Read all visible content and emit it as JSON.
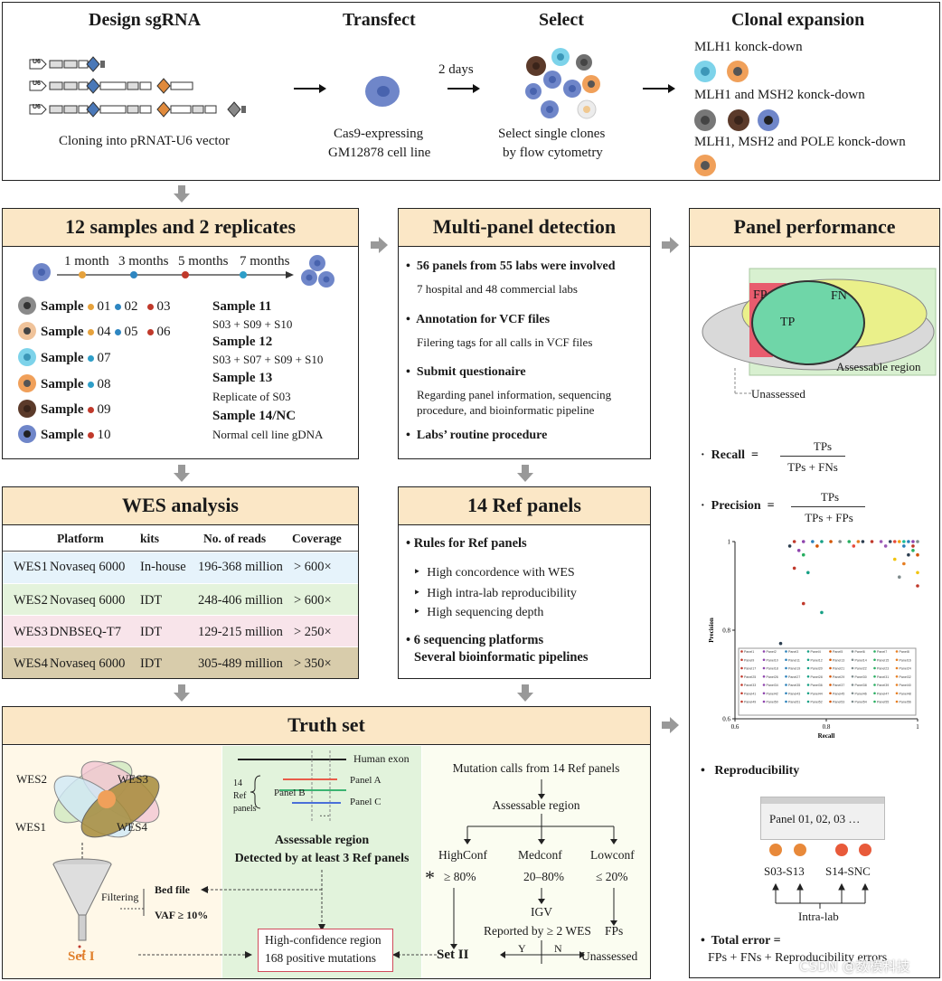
{
  "top": {
    "design": {
      "title": "Design sgRNA",
      "caption": "Cloning into pRNAT-U6 vector",
      "u6": "U6"
    },
    "transfect": {
      "title": "Transfect",
      "caption1": "Cas9-expressing",
      "caption2": "GM12878 cell line"
    },
    "arrow_label": "2 days",
    "select": {
      "title": "Select",
      "caption1": "Select single clones",
      "caption2": "by flow cytometry"
    },
    "clonal": {
      "title": "Clonal expansion",
      "l1": "MLH1 konck-down",
      "l2": "MLH1 and MSH2 konck-down",
      "l3": "MLH1, MSH2 and POLE konck-down"
    }
  },
  "samples": {
    "title": "12 samples and 2 replicates",
    "timeline": [
      "1 month",
      "3 months",
      "5 months",
      "7 months"
    ],
    "rows": [
      {
        "label": "Sample",
        "ids": [
          "01",
          "02",
          "03"
        ]
      },
      {
        "label": "Sample",
        "ids": [
          "04",
          "05",
          "06"
        ]
      },
      {
        "label": "Sample",
        "ids": [
          "07"
        ]
      },
      {
        "label": "Sample",
        "ids": [
          "08"
        ]
      },
      {
        "label": "Sample",
        "ids": [
          "09"
        ]
      },
      {
        "label": "Sample",
        "ids": [
          "10"
        ]
      }
    ],
    "s11": {
      "title": "Sample 11",
      "desc": "S03 + S09 + S10"
    },
    "s12": {
      "title": "Sample 12",
      "desc": "S03 + S07 + S09 + S10"
    },
    "s13": {
      "title": "Sample 13",
      "desc": "Replicate of S03"
    },
    "s14": {
      "title": "Sample 14/NC",
      "desc": "Normal cell line gDNA"
    }
  },
  "multipanel": {
    "title": "Multi-panel detection",
    "b1": "56 panels from 55 labs were involved",
    "b1s": "7 hospital and 48 commercial labs",
    "b2": "Annotation for VCF files",
    "b2s": "Filering tags for all calls in VCF files",
    "b3": "Submit questionaire",
    "b3s1": "Regarding panel information, sequencing",
    "b3s2": "procedure, and bioinformatic pipeline",
    "b4": "Labs’ routine procedure"
  },
  "performance": {
    "title": "Panel performance",
    "fp": "FP",
    "fn": "FN",
    "tp": "TP",
    "assessable": "Assessable region",
    "unassessed": "Unassessed",
    "recall_label": "Recall",
    "recall_num": "TPs",
    "recall_den": "TPs + FNs",
    "precision_label": "Precision",
    "precision_num": "TPs",
    "precision_den": "TPs + FPs",
    "repro": "Reproducibility",
    "panels": "Panel 01, 02, 03 …",
    "g1": "S03-S13",
    "g2": "S14-SNC",
    "intralab": "Intra-lab",
    "total_error": "Total error =",
    "total_error2": "FPs + FNs + Reproducibility errors"
  },
  "chart_data": {
    "type": "scatter",
    "xlabel": "Recall",
    "ylabel": "Precision",
    "xlim": [
      0.6,
      1
    ],
    "ylim": [
      0.6,
      1
    ],
    "xticks": [
      "0.6",
      "0.8",
      "1"
    ],
    "yticks": [
      "0.6",
      "0.8",
      "1"
    ],
    "legend": [
      "Panel1",
      "Panel2",
      "Panel3",
      "Panel4",
      "Panel5",
      "Panel6",
      "Panel7",
      "Panel8",
      "Panel9",
      "Panel10",
      "Panel11",
      "Panel12",
      "Panel13",
      "Panel14",
      "Panel15",
      "Panel16",
      "Panel17",
      "Panel18",
      "Panel19",
      "Panel20",
      "Panel21",
      "Panel22",
      "Panel23",
      "Panel24",
      "Panel25",
      "Panel26",
      "Panel27",
      "Panel28",
      "Panel29",
      "Panel30",
      "Panel31",
      "Panel32",
      "Panel33",
      "Panel34",
      "Panel35",
      "Panel36",
      "Panel37",
      "Panel38",
      "Panel39",
      "Panel40",
      "Panel41",
      "Panel42",
      "Panel43",
      "Panel44",
      "Panel45",
      "Panel46",
      "Panel47",
      "Panel48",
      "Panel49",
      "Panel50",
      "Panel51",
      "Panel52",
      "Panel53",
      "Panel54",
      "Panel55",
      "Panel56"
    ],
    "points": [
      {
        "x": 0.73,
        "y": 1.0,
        "c": "#c0392b"
      },
      {
        "x": 0.75,
        "y": 1.0,
        "c": "#8e44ad"
      },
      {
        "x": 0.77,
        "y": 1.0,
        "c": "#2980b9"
      },
      {
        "x": 0.79,
        "y": 1.0,
        "c": "#16a085"
      },
      {
        "x": 0.81,
        "y": 1.0,
        "c": "#d35400"
      },
      {
        "x": 0.83,
        "y": 1.0,
        "c": "#7f8c8d"
      },
      {
        "x": 0.85,
        "y": 1.0,
        "c": "#27ae60"
      },
      {
        "x": 0.87,
        "y": 1.0,
        "c": "#e67e22"
      },
      {
        "x": 0.88,
        "y": 1.0,
        "c": "#2c3e50"
      },
      {
        "x": 0.9,
        "y": 1.0,
        "c": "#c0392b"
      },
      {
        "x": 0.92,
        "y": 1.0,
        "c": "#9b59b6"
      },
      {
        "x": 0.94,
        "y": 1.0,
        "c": "#34495e"
      },
      {
        "x": 0.95,
        "y": 1.0,
        "c": "#e74c3c"
      },
      {
        "x": 0.96,
        "y": 1.0,
        "c": "#f39c12"
      },
      {
        "x": 0.97,
        "y": 1.0,
        "c": "#1abc9c"
      },
      {
        "x": 0.98,
        "y": 1.0,
        "c": "#2980b9"
      },
      {
        "x": 0.99,
        "y": 1.0,
        "c": "#8e44ad"
      },
      {
        "x": 1.0,
        "y": 1.0,
        "c": "#7f8c8d"
      },
      {
        "x": 0.74,
        "y": 0.98,
        "c": "#8e44ad"
      },
      {
        "x": 0.73,
        "y": 0.94,
        "c": "#c0392b"
      },
      {
        "x": 0.75,
        "y": 0.97,
        "c": "#27ae60"
      },
      {
        "x": 0.76,
        "y": 0.93,
        "c": "#16a085"
      },
      {
        "x": 0.78,
        "y": 0.99,
        "c": "#d35400"
      },
      {
        "x": 0.72,
        "y": 0.99,
        "c": "#2c3e50"
      },
      {
        "x": 0.86,
        "y": 0.99,
        "c": "#e74c3c"
      },
      {
        "x": 0.93,
        "y": 0.99,
        "c": "#9b59b6"
      },
      {
        "x": 0.97,
        "y": 0.99,
        "c": "#2980b9"
      },
      {
        "x": 0.99,
        "y": 0.98,
        "c": "#27ae60"
      },
      {
        "x": 1.0,
        "y": 0.97,
        "c": "#d35400"
      },
      {
        "x": 1.0,
        "y": 0.93,
        "c": "#f1c40f"
      },
      {
        "x": 1.0,
        "y": 0.9,
        "c": "#c0392b"
      },
      {
        "x": 0.97,
        "y": 0.95,
        "c": "#e67e22"
      },
      {
        "x": 0.95,
        "y": 0.96,
        "c": "#f1c40f"
      },
      {
        "x": 0.96,
        "y": 0.92,
        "c": "#7f8c8d"
      },
      {
        "x": 0.99,
        "y": 0.99,
        "c": "#c0392b"
      },
      {
        "x": 0.98,
        "y": 0.97,
        "c": "#2c3e50"
      },
      {
        "x": 0.75,
        "y": 0.86,
        "c": "#c0392b"
      },
      {
        "x": 0.7,
        "y": 0.77,
        "c": "#2c3e50"
      },
      {
        "x": 0.79,
        "y": 0.84,
        "c": "#16a085"
      }
    ]
  },
  "wes": {
    "title": "WES analysis",
    "headers": [
      "Platform",
      "kits",
      "No. of reads",
      "Coverage"
    ],
    "rows": [
      {
        "id": "WES1",
        "platform": "Novaseq 6000",
        "kit": "In-house",
        "reads": "196-368 million",
        "cov": "> 600×"
      },
      {
        "id": "WES2",
        "platform": "Novaseq 6000",
        "kit": "IDT",
        "reads": "248-406 million",
        "cov": "> 600×"
      },
      {
        "id": "WES3",
        "platform": "DNBSEQ-T7",
        "kit": "IDT",
        "reads": "129-215 million",
        "cov": "> 250×"
      },
      {
        "id": "WES4",
        "platform": "Novaseq 6000",
        "kit": "IDT",
        "reads": "305-489 million",
        "cov": "> 350×"
      }
    ]
  },
  "refpanels": {
    "title": "14 Ref panels",
    "rules": "Rules for Ref panels",
    "r1": "High concordence with WES",
    "r2": "High intra-lab reproducibility",
    "r3": "High sequencing depth",
    "p1": "6 sequencing platforms",
    "p2": "Several bioinformatic pipelines"
  },
  "truth": {
    "title": "Truth set",
    "w1": "WES1",
    "w2": "WES2",
    "w3": "WES3",
    "w4": "WES4",
    "filtering": "Filtering",
    "bed": "Bed file",
    "vaf": "VAF ≥ 10%",
    "set1": "Set I",
    "human_exon": "Human exon",
    "panel_a": "Panel A",
    "panel_b": "Panel B",
    "panel_c": "Panel C",
    "ref14a": "14",
    "ref14b": "Ref",
    "ref14c": "panels",
    "dots": "…",
    "assessable": "Assessable region",
    "detected": "Detected by at least 3 Ref panels",
    "hc1": "High-confidence region",
    "hc2": "168 positive mutations",
    "mut_calls": "Mutation calls from 14 Ref panels",
    "assess2": "Assessable region",
    "high": "HighConf",
    "high_v": "≥ 80%",
    "med": "Medconf",
    "med_v": "20–80%",
    "low": "Lowconf",
    "low_v": "≤ 20%",
    "igv": "IGV",
    "reported": "Reported by ≥ 2 WES",
    "fps": "FPs",
    "set2": "Set II",
    "y": "Y",
    "n": "N",
    "unassessed": "Unassessed",
    "star": "*"
  },
  "watermark": "CSDN @数模科技"
}
